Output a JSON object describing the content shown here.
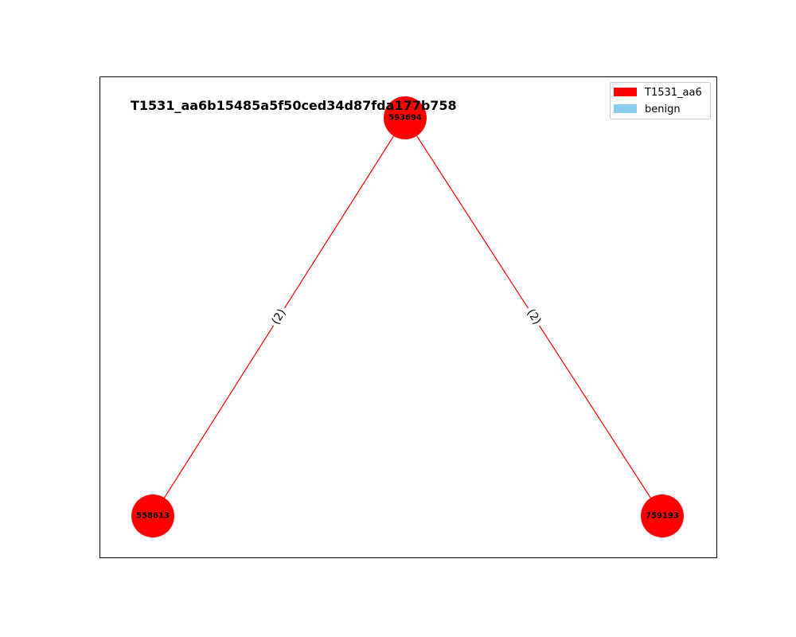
{
  "title": "T1531_aa6b15485a5f50ced34d87fda177b758",
  "legend": [
    {
      "label": "T1531_aa6",
      "color": "#ff0000"
    },
    {
      "label": "benign",
      "color": "#87ceeb"
    }
  ],
  "nodes": [
    {
      "id": "593694",
      "label": "593694",
      "color": "#ff0000"
    },
    {
      "id": "558613",
      "label": "558613",
      "color": "#ff0000"
    },
    {
      "id": "759193",
      "label": "759193",
      "color": "#ff0000"
    }
  ],
  "edges": [
    {
      "source": "593694",
      "target": "558613",
      "label": "(2)",
      "color": "#ff0000"
    },
    {
      "source": "593694",
      "target": "759193",
      "label": "(2)",
      "color": "#ff0000"
    }
  ]
}
